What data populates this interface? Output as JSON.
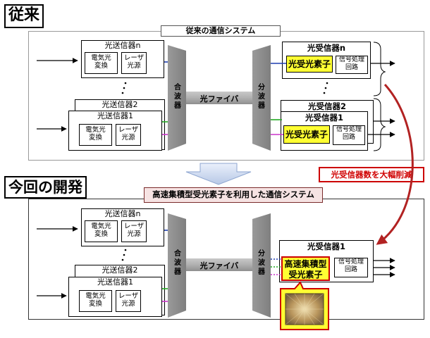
{
  "conventional": {
    "tag": "従来",
    "caption": "従来の通信システム",
    "tx_n": {
      "title": "光送信器n",
      "cell1": "電気光\n変換",
      "cell2": "レーザ\n光源"
    },
    "tx_2": {
      "title": "光送信器2"
    },
    "tx_1": {
      "title": "光送信器1",
      "cell1": "電気光\n変換",
      "cell2": "レーザ\n光源"
    },
    "mux": "合\n波\n器",
    "fiber": "光ファイバ",
    "demux": "分\n波\n器",
    "rx_n": {
      "title": "光受信器n",
      "pd": "光受光素子",
      "sig": "信号処理\n回路"
    },
    "rx_2": {
      "title": "光受信器2"
    },
    "rx_1": {
      "title": "光受信器1",
      "pd": "光受光素子",
      "sig": "信号処理\n回路"
    }
  },
  "new": {
    "tag": "今回の開発",
    "caption": "高速集積型受光素子を利用した通信システム",
    "tx_n": {
      "title": "光送信器n",
      "cell1": "電気光\n変換",
      "cell2": "レーザ\n光源"
    },
    "tx_2": {
      "title": "光送信器2"
    },
    "tx_1": {
      "title": "光送信器1",
      "cell1": "電気光\n変換",
      "cell2": "レーザ\n光源"
    },
    "mux": "合\n波\n器",
    "fiber": "光ファイバ",
    "demux": "分\n波\n器",
    "rx_1": {
      "title": "光受信器1",
      "pd": "高速集積型\n受光素子",
      "sig": "信号処理\n回路"
    }
  },
  "note": "光受信器数を大幅削減",
  "colors": {
    "blue": "#1f3fb0",
    "green": "#22aa22",
    "magenta": "#cc33cc",
    "red_arrow": "#b22222",
    "pd_yellow": "#ffff33",
    "chip_border": "#cc0000"
  }
}
